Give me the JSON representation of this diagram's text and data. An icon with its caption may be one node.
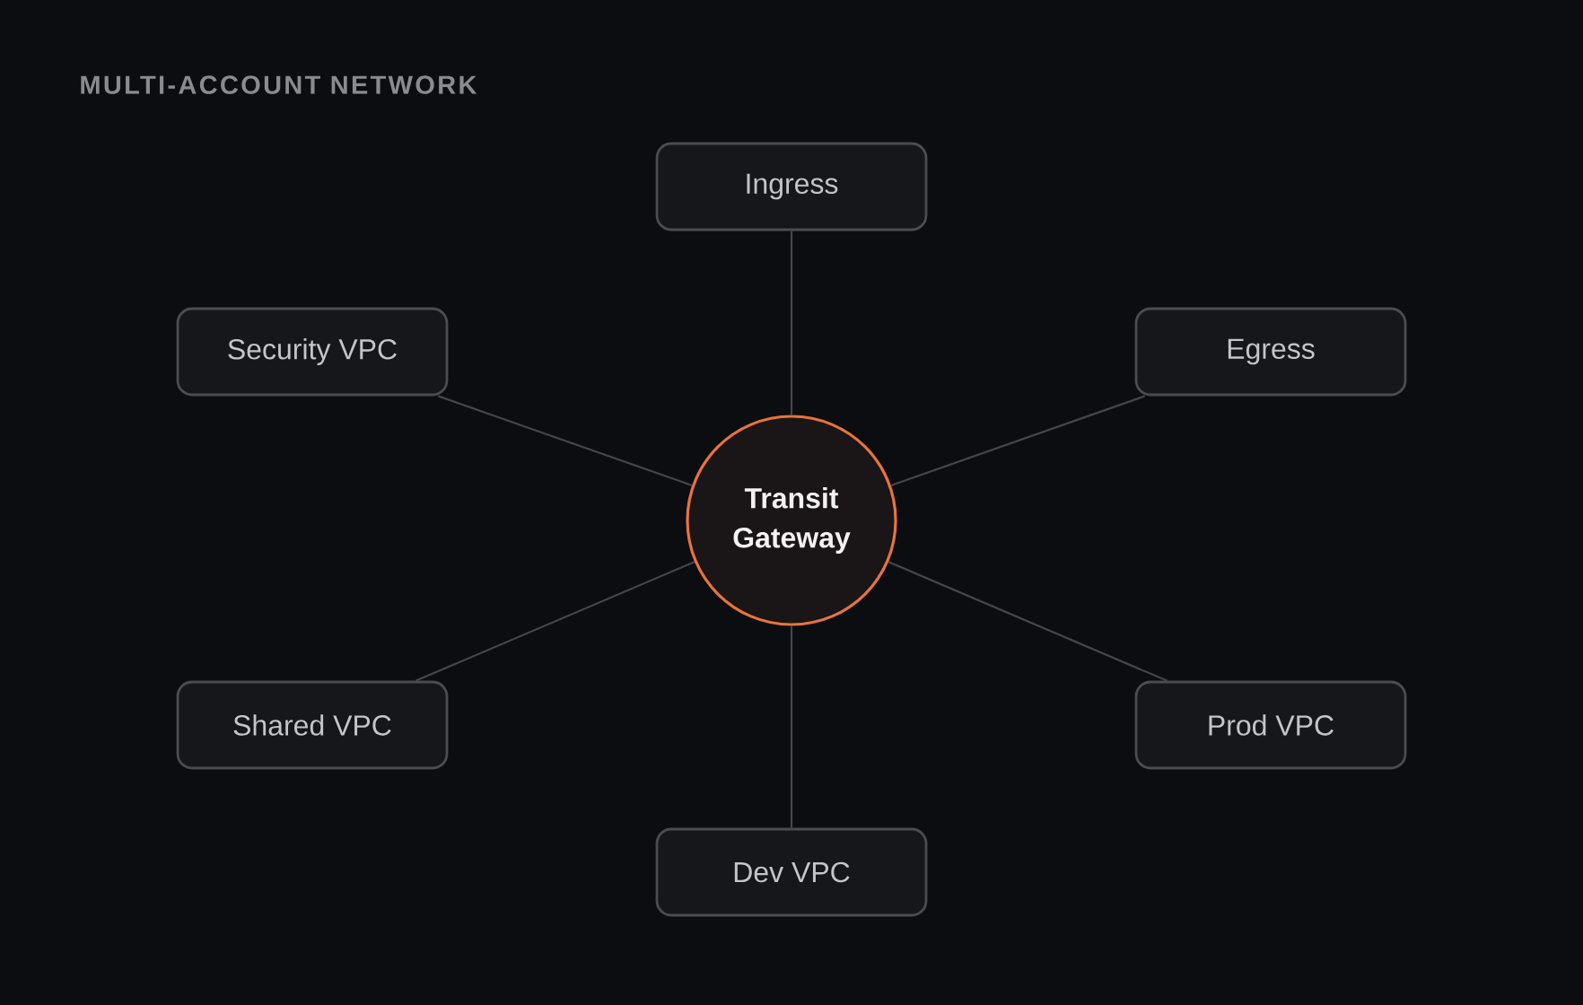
{
  "diagram": {
    "title": "MULTI-ACCOUNT NETWORK",
    "nodes": [
      {
        "text": [
          "Ingress"
        ]
      },
      {
        "text": [
          "Security VPC"
        ]
      },
      {
        "text": [
          "Egress"
        ]
      },
      {
        "text": [
          "Transit Gateway"
        ]
      },
      {
        "text": [
          "Shared VPC"
        ]
      },
      {
        "text": [
          "Prod VPC"
        ]
      },
      {
        "text": [
          "Dev VPC"
        ]
      }
    ],
    "edges": [
      {
        "from": 3,
        "to": 0,
        "arrow": "none"
      },
      {
        "from": 3,
        "to": 1,
        "arrow": "none"
      },
      {
        "from": 3,
        "to": 2,
        "arrow": "none"
      },
      {
        "from": 3,
        "to": 4,
        "arrow": "none"
      },
      {
        "from": 3,
        "to": 5,
        "arrow": "none"
      },
      {
        "from": 3,
        "to": 6,
        "arrow": "none"
      }
    ]
  }
}
